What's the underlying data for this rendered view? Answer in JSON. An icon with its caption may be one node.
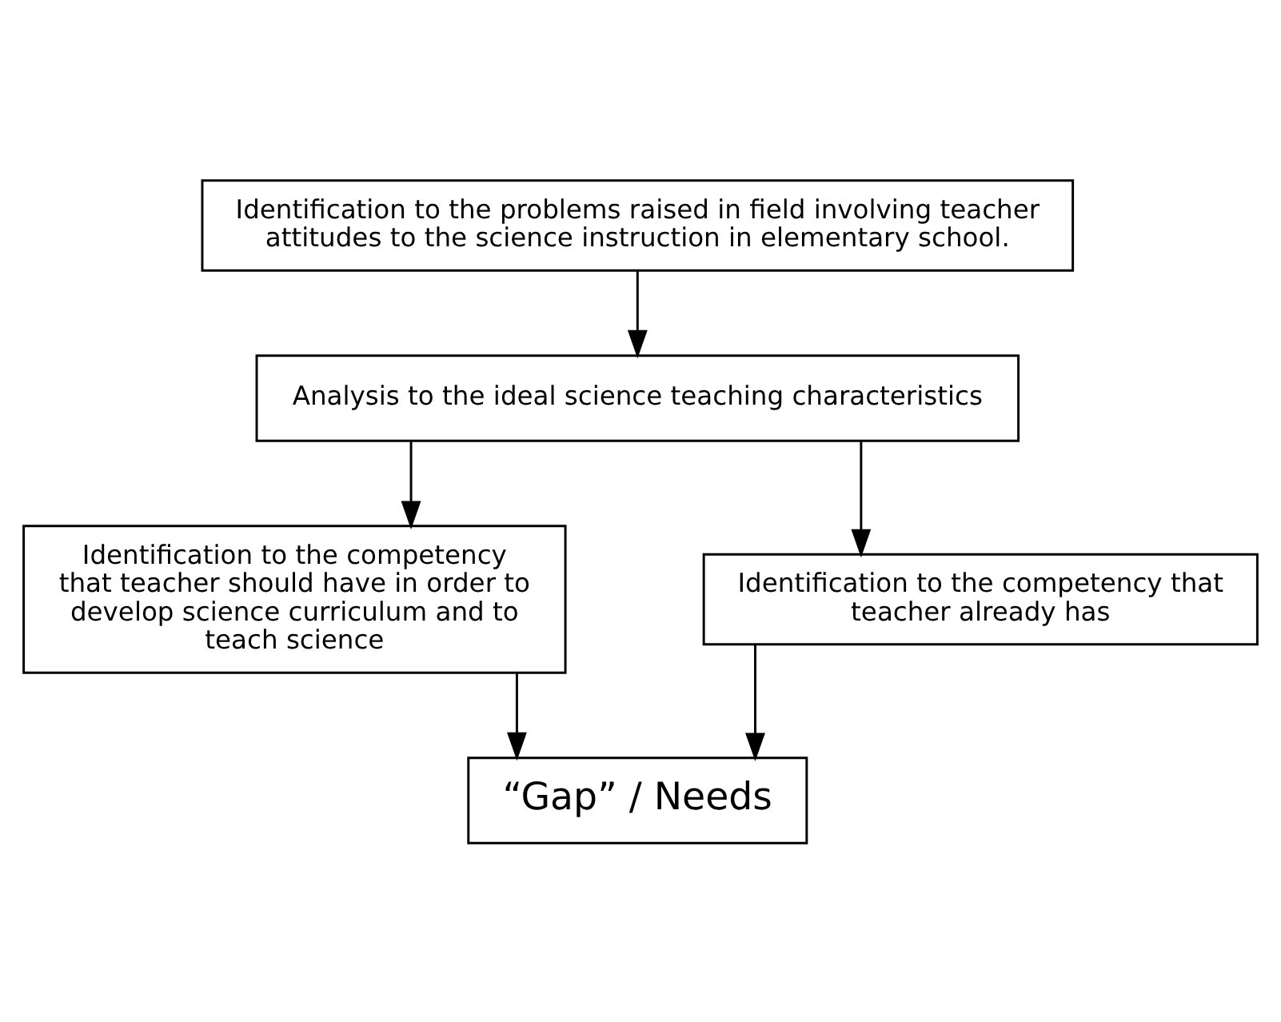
{
  "diagram": {
    "nodes": [
      {
        "text": [
          "Identification to the problems raised in field involving teacher attitudes to the science instruction in elementary school."
        ]
      },
      {
        "text": [
          "Analysis to the ideal science teaching characteristics"
        ]
      },
      {
        "text": [
          "Identification to the competency that teacher should have in order to develop science curriculum and to teach science"
        ]
      },
      {
        "text": [
          "Identification to the competency that teacher already has"
        ]
      },
      {
        "text": [
          "“Gap” / Needs"
        ]
      }
    ],
    "edges": [
      {
        "from": 0,
        "to": 1,
        "arrow": "to"
      },
      {
        "from": 1,
        "to": 2,
        "arrow": "to"
      },
      {
        "from": 1,
        "to": 3,
        "arrow": "to"
      },
      {
        "from": 2,
        "to": 4,
        "arrow": "to"
      },
      {
        "from": 3,
        "to": 4,
        "arrow": "to"
      }
    ]
  }
}
